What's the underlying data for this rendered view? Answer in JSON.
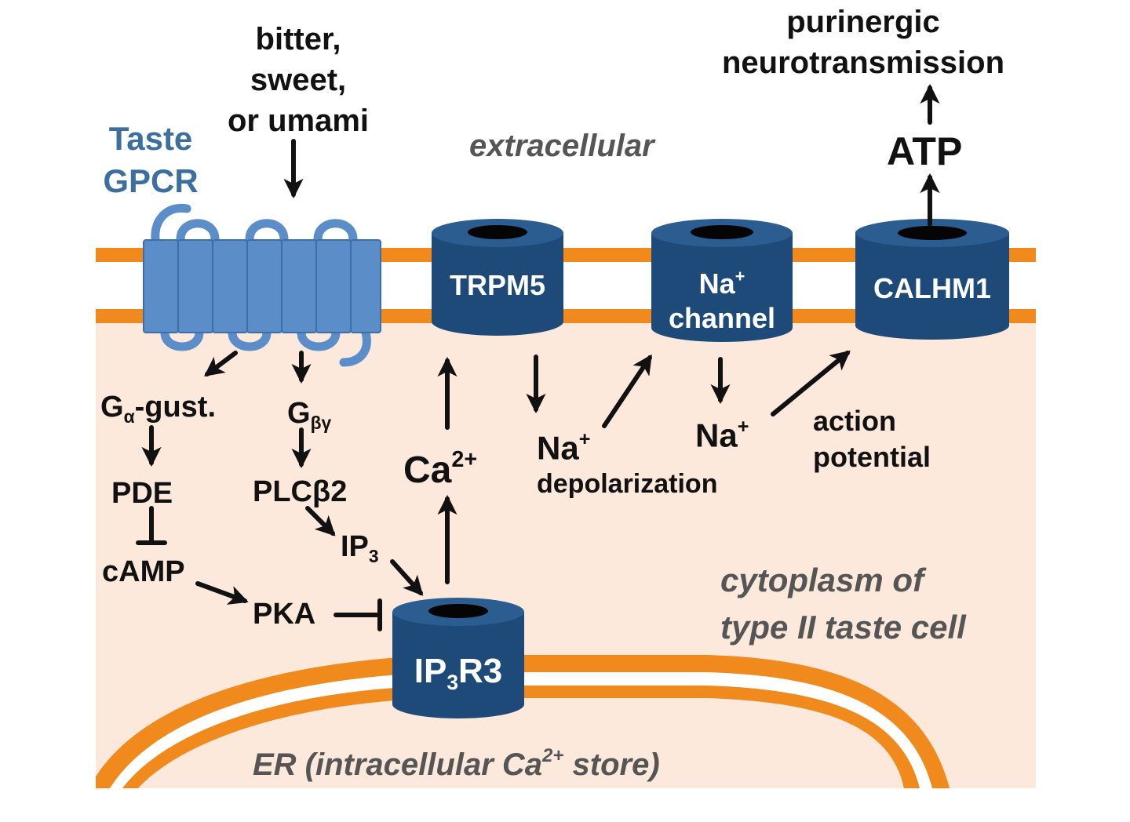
{
  "stimulus": {
    "line1": "bitter,",
    "line2": "sweet,",
    "line3": "or umami"
  },
  "receptor": {
    "line1": "Taste",
    "line2": "GPCR"
  },
  "regions": {
    "extracellular": "extracellular",
    "cytoplasm_line1": "cytoplasm of",
    "cytoplasm_line2": "type II taste cell",
    "er_prefix": "ER (intracellular Ca",
    "er_sup": "2+",
    "er_suffix": " store)"
  },
  "output": {
    "line1": "purinergic",
    "line2": "neurotransmission",
    "atp": "ATP"
  },
  "channels": {
    "trpm5": "TRPM5",
    "na_channel_ion": "Na",
    "na_channel_sup": "+",
    "na_channel_word": "channel",
    "calhm1": "CALHM1",
    "ip3r3_a": "IP",
    "ip3r3_sub": "3",
    "ip3r3_b": "R3"
  },
  "signaling": {
    "g_alpha": "G",
    "g_alpha_sub": "α",
    "g_alpha_suffix": "-gust.",
    "g_betagamma": "G",
    "g_betagamma_sub": "βγ",
    "pde": "PDE",
    "plcb2": "PLCβ2",
    "camp": "cAMP",
    "ip3": "IP",
    "ip3_sub": "3",
    "pka": "PKA",
    "ca": "Ca",
    "ca_sup": "2+",
    "na1": "Na",
    "na1_sup": "+",
    "depolarization": "depolarization",
    "na2": "Na",
    "na2_sup": "+",
    "action": "action",
    "potential": "potential"
  },
  "colors": {
    "membrane_orange": "#f08a1d",
    "cytoplasm": "#fde8dc",
    "channel_dark": "#1d4a78",
    "gpcr_blue": "#5b8dc9",
    "label_blue": "#3d6ea0"
  }
}
